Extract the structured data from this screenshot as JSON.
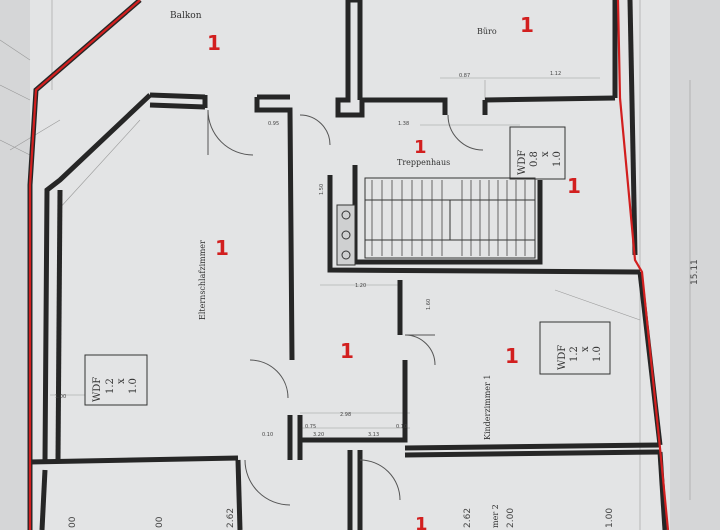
{
  "plan": {
    "rooms": {
      "balkon": "Balkon",
      "buero": "Büro",
      "treppenhaus": "Treppenhaus",
      "elternschlafzimmer": "Elternschlafzimmer",
      "kinderzimmer1": "Kinderzimmer 1",
      "zimmer2": "mer 2"
    },
    "marker": "1",
    "windows": [
      {
        "type": "WDF",
        "w": "1.2",
        "x": "x",
        "h": "1.0"
      },
      {
        "type": "WDF",
        "w": "0.8",
        "x": "x",
        "h": "1.0"
      },
      {
        "type": "WDF",
        "w": "1.2",
        "x": "x",
        "h": "1.0"
      }
    ],
    "dims": {
      "d_262a": "2.62",
      "d_262b": "2.62",
      "d_200": "2.00",
      "d_100": "1.00",
      "d_1511": "15.11",
      "d_00a": "00",
      "d_00b": "00",
      "d_320": "3.20",
      "d_313": "3.13",
      "d_298": "2.98",
      "d_075": "0.75",
      "d_010a": "0.10",
      "d_010b": "0.10",
      "d_120": "1.20",
      "d_138": "1.38",
      "d_100b": "1.00",
      "d_087": "0.87",
      "d_112": "1.12",
      "d_095": "0.95",
      "d_150": "1.50",
      "d_160": "1.60"
    },
    "accent": "#d21f1f",
    "wall": "#262626",
    "paper": "#e4e5e6"
  }
}
